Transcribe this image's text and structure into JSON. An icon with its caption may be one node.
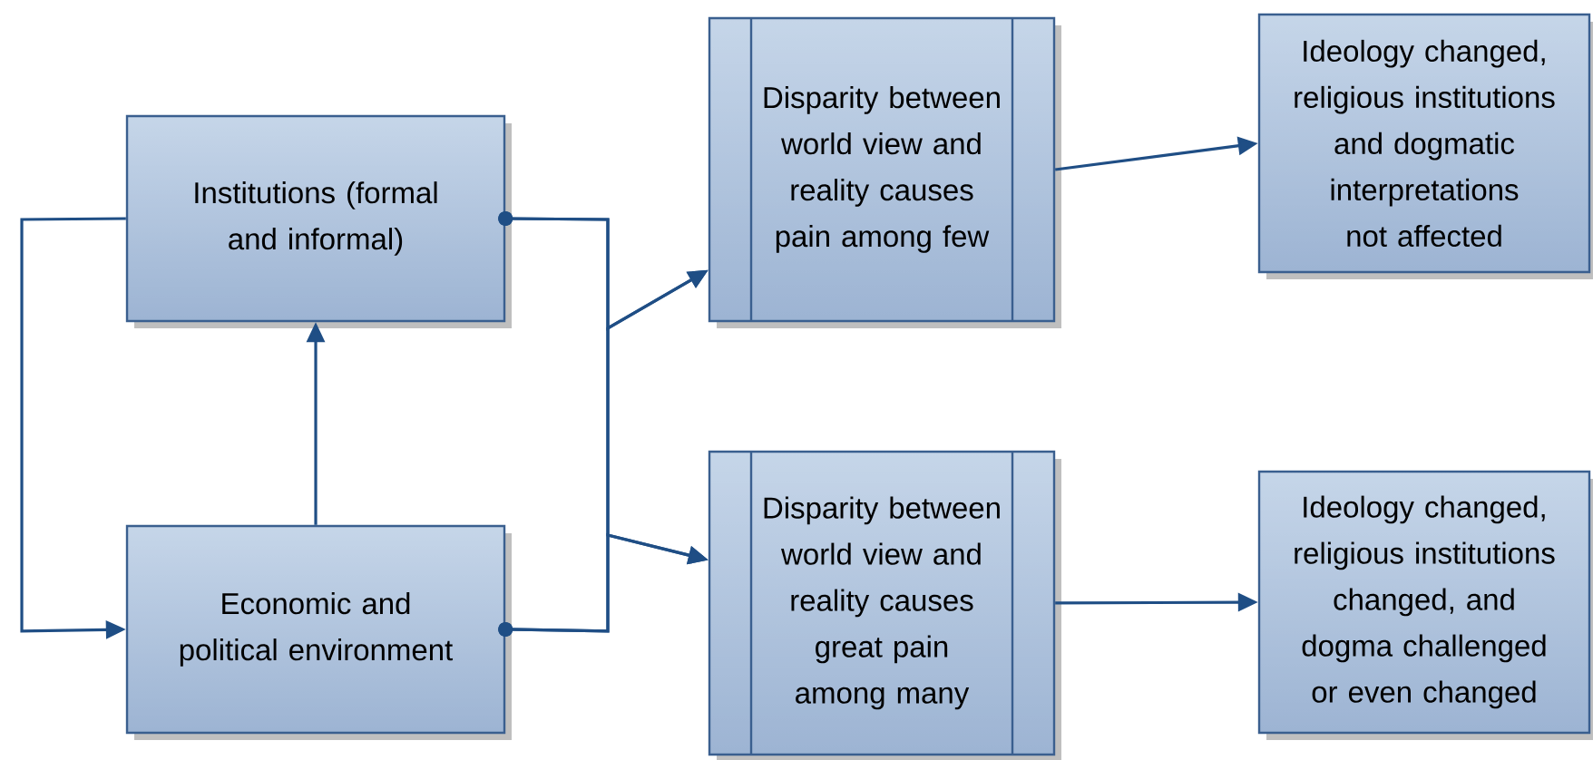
{
  "diagram": {
    "nodes": [
      {
        "text": [
          "Institutions (formal and informal)"
        ]
      },
      {
        "text": [
          "Economic and political environment"
        ]
      },
      {
        "text": [
          "Disparity between world view and reality causes pain among few"
        ]
      },
      {
        "text": [
          "Disparity between world view and reality causes great pain among many"
        ]
      },
      {
        "text": [
          "Ideology changed, religious institutions and dogmatic interpretations not affected"
        ]
      },
      {
        "text": [
          "Ideology changed, religious institutions changed, and dogma challenged or even changed"
        ]
      }
    ],
    "edges": [
      {
        "from": 1,
        "to": 0,
        "arrow": "to"
      },
      {
        "from": 0,
        "to": 1,
        "arrow": "to"
      },
      {
        "from": 0,
        "to": 2,
        "arrow": "to"
      },
      {
        "from": 0,
        "to": 3,
        "arrow": "to"
      },
      {
        "from": 1,
        "to": 2,
        "arrow": "to"
      },
      {
        "from": 1,
        "to": 3,
        "arrow": "to"
      },
      {
        "from": 2,
        "to": 4,
        "arrow": "to"
      },
      {
        "from": 3,
        "to": 5,
        "arrow": "to"
      }
    ]
  }
}
